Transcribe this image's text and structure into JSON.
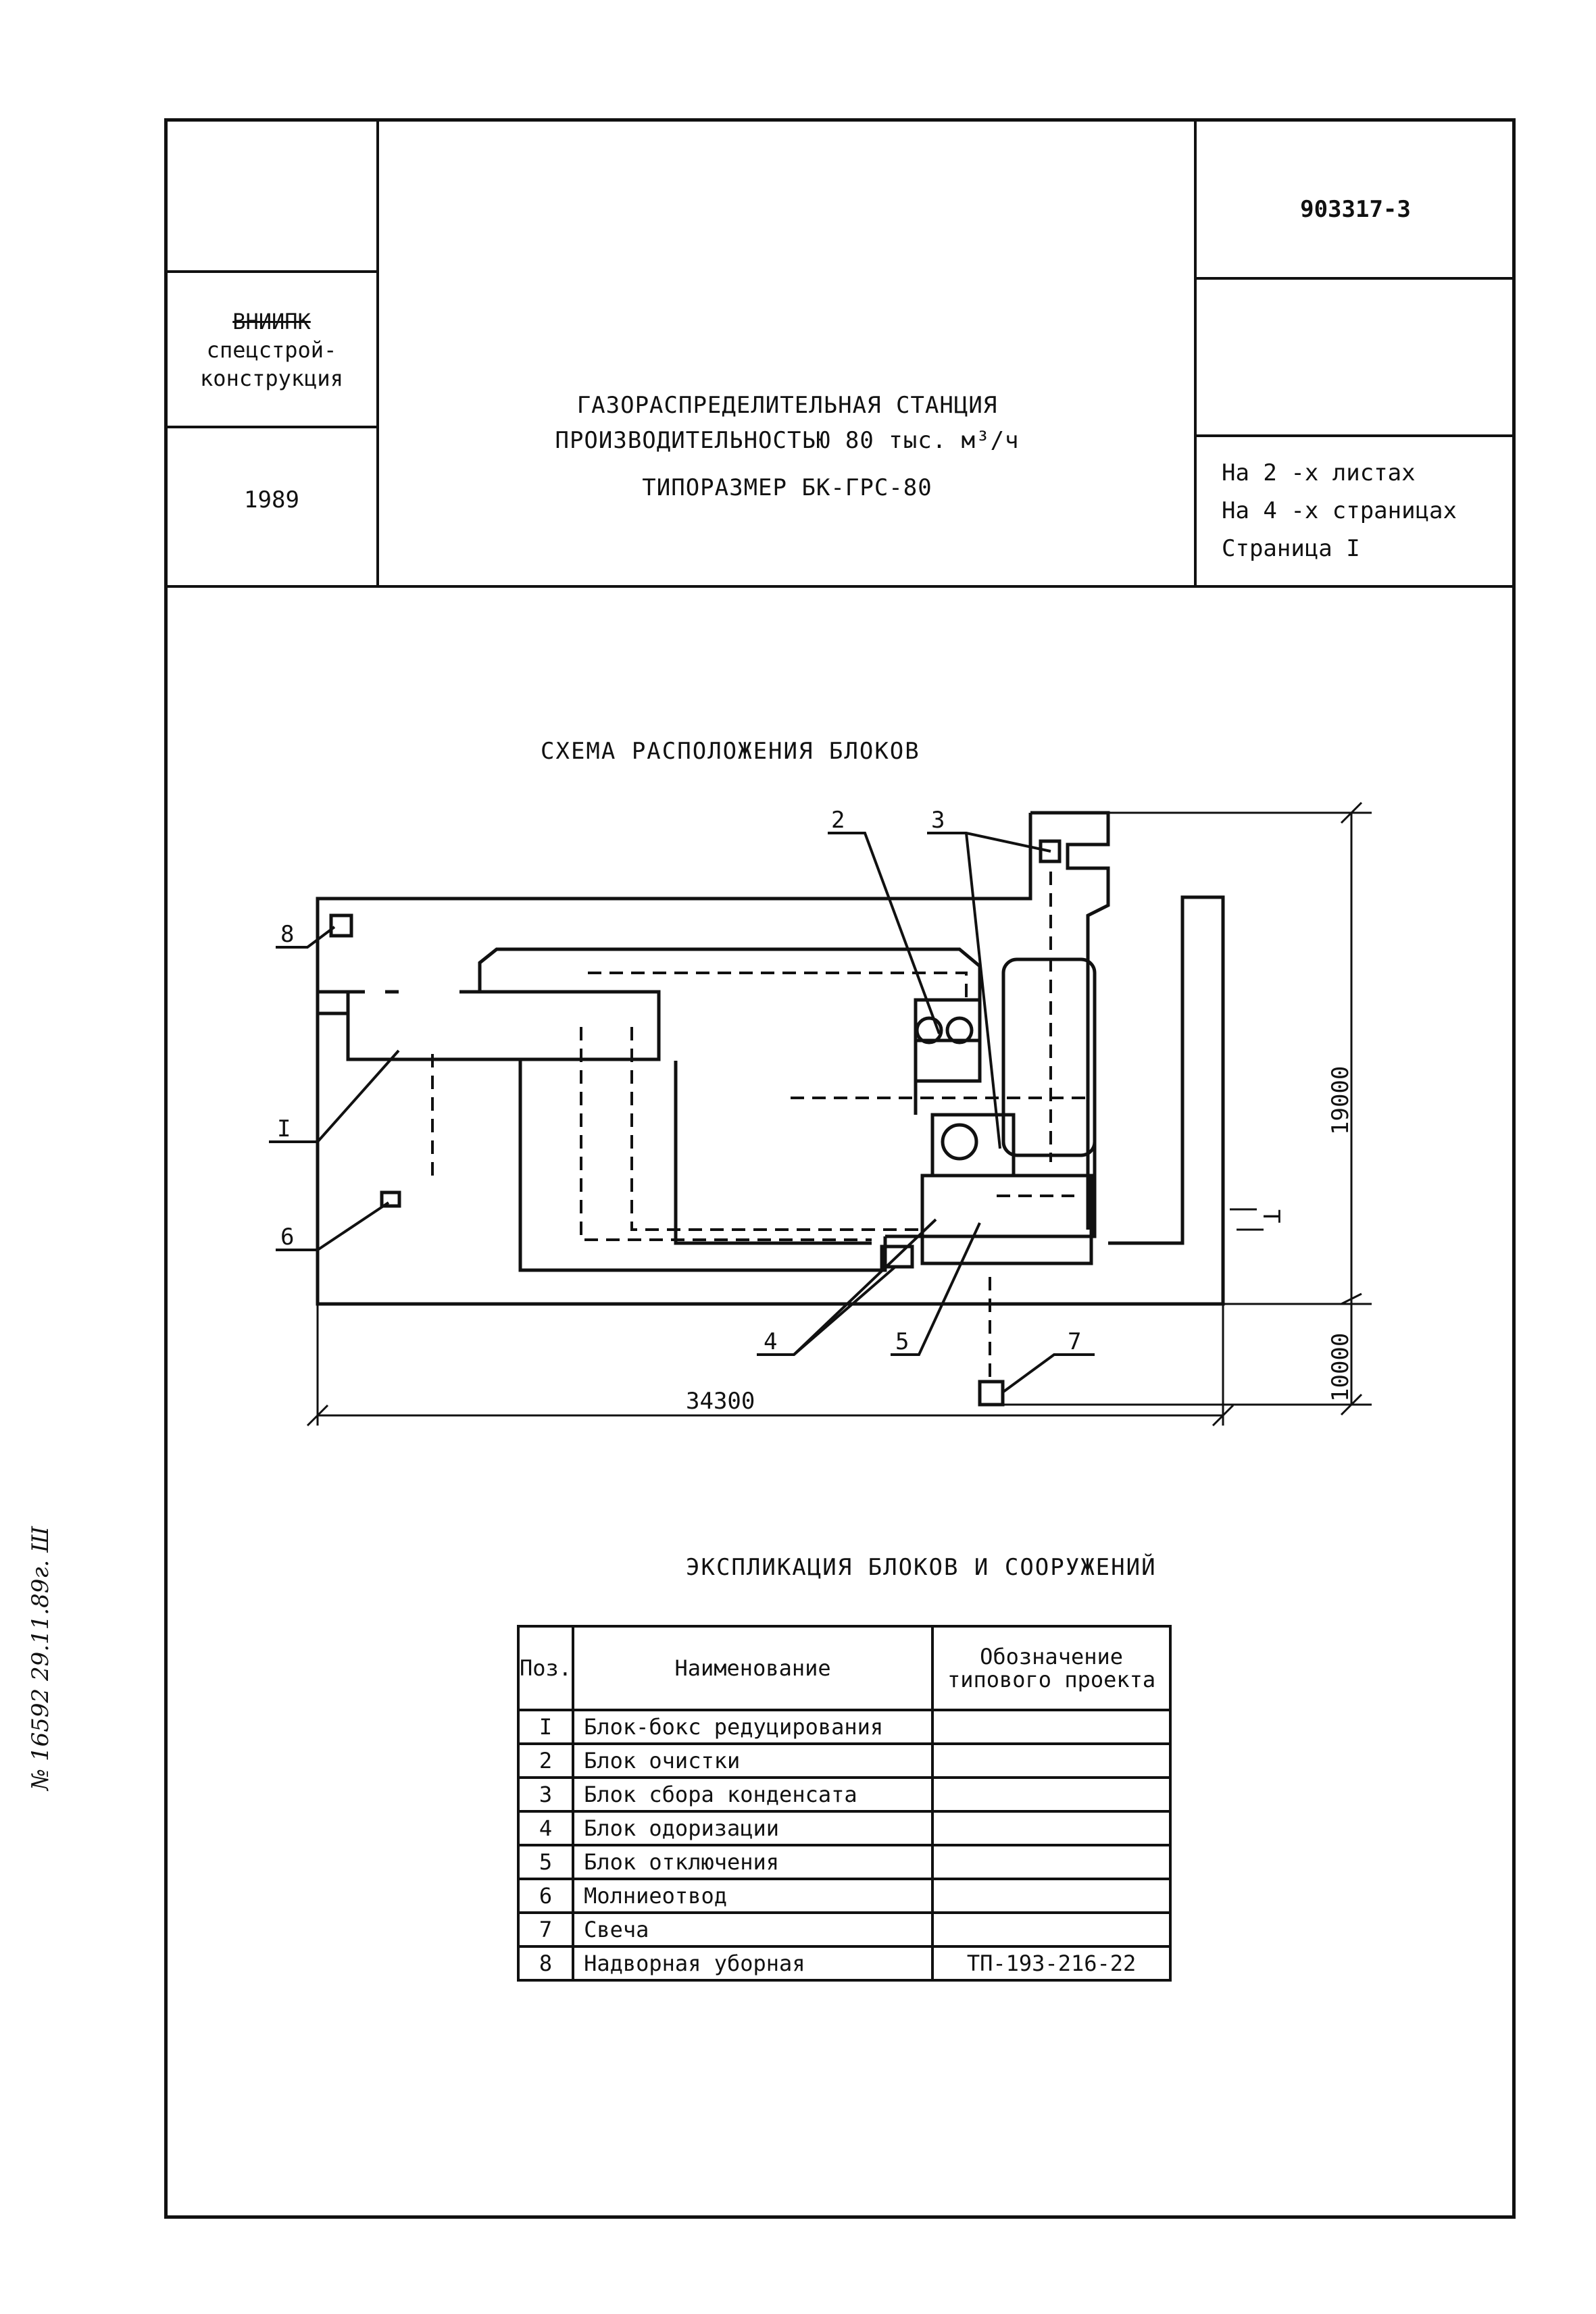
{
  "doc_number": "903317-3",
  "organization": [
    "ВНИИПК",
    "спецстрой-",
    "конструкция"
  ],
  "year": "1989",
  "title": {
    "line1": "ГАЗОРАСПРЕДЕЛИТЕЛЬНАЯ СТАНЦИЯ",
    "line2": "ПРОИЗВОДИТЕЛЬНОСТЬЮ 80 тыс. м³/ч",
    "line3": "ТИПОРАЗМЕР БК-ГРС-80"
  },
  "sheet_info": {
    "sheets": "На  2 -х листах",
    "pages": "На  4 -х страницах",
    "page": "Страница I"
  },
  "scheme": {
    "title": "СХЕМА РАСПОЛОЖЕНИЯ БЛОКОВ",
    "callouts": [
      "2",
      "3",
      "8",
      "I",
      "6",
      "4",
      "5",
      "7"
    ],
    "dimensions": {
      "width": "34300",
      "height": "19000",
      "offset": "10000"
    },
    "north_mark": "T"
  },
  "explication": {
    "title": "ЭКСПЛИКАЦИЯ БЛОКОВ И СООРУЖЕНИЙ",
    "headers": [
      "Поз.",
      "Наименование",
      "Обозначение типового проекта"
    ],
    "rows": [
      [
        "I",
        "Блок-бокс редуцирования",
        ""
      ],
      [
        "2",
        "Блок очистки",
        ""
      ],
      [
        "3",
        "Блок сбора конденсата",
        ""
      ],
      [
        "4",
        "Блок одоризации",
        ""
      ],
      [
        "5",
        "Блок отключения",
        ""
      ],
      [
        "6",
        "Молниеотвод",
        ""
      ],
      [
        "7",
        "Свеча",
        ""
      ],
      [
        "8",
        "Надворная уборная",
        "ТП-193-216-22"
      ]
    ]
  },
  "margin_note": "№ 16592   29.11.89г. Ш"
}
